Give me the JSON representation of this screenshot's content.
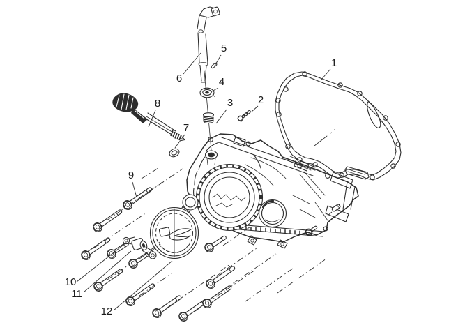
{
  "figure": {
    "type": "exploded-parts-diagram",
    "background": "#ffffff",
    "line_color": "#2d2d2d",
    "text_color": "#1a1a1a",
    "callout_count": 12
  },
  "callouts": [
    {
      "label": "1"
    },
    {
      "label": "2"
    },
    {
      "label": "3"
    },
    {
      "label": "4"
    },
    {
      "label": "5"
    },
    {
      "label": "6"
    },
    {
      "label": "7"
    },
    {
      "label": "8"
    },
    {
      "label": "9"
    },
    {
      "label": "10"
    },
    {
      "label": "11"
    },
    {
      "label": "12"
    }
  ]
}
